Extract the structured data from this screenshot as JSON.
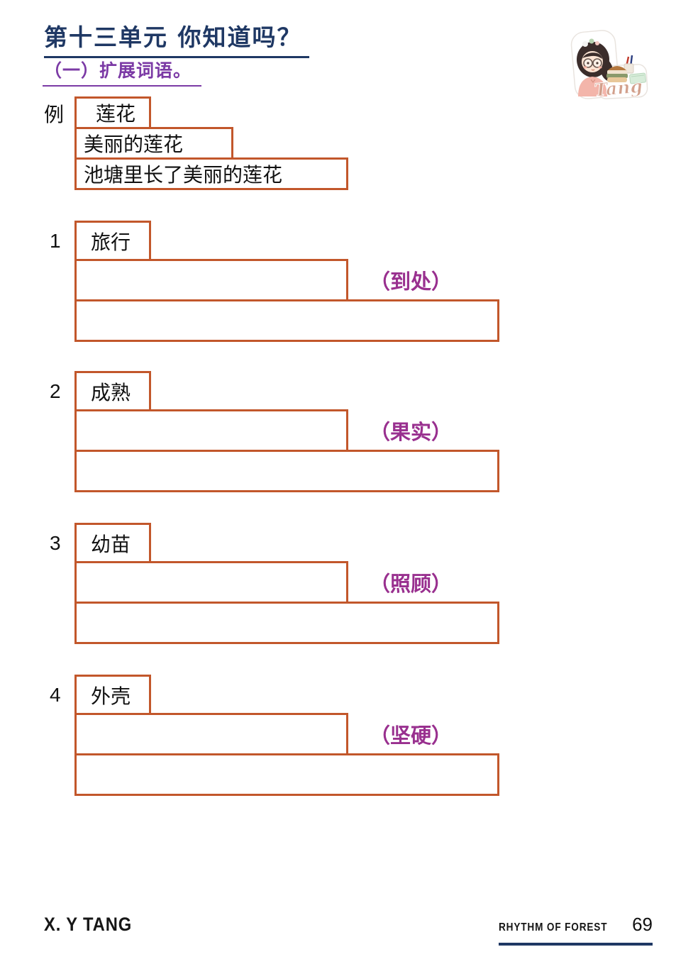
{
  "page": {
    "title": "第十三单元  你知道吗？",
    "subtitle": "（一）扩展词语。"
  },
  "logo": {
    "label": "Tang"
  },
  "example": {
    "label": "例",
    "word": "莲花",
    "phrase": "美丽的莲花",
    "sentence": "池塘里长了美丽的莲花"
  },
  "exercises": [
    {
      "number": "1",
      "word": "旅行",
      "hint": "（到处）"
    },
    {
      "number": "2",
      "word": "成熟",
      "hint": "（果实）"
    },
    {
      "number": "3",
      "word": "幼苗",
      "hint": "（照顾）"
    },
    {
      "number": "4",
      "word": "外壳",
      "hint": "（坚硬）"
    }
  ],
  "footer": {
    "author": "X. Y TANG",
    "series": "RHYTHM OF FOREST",
    "page_number": "69"
  },
  "colors": {
    "title_navy": "#1F3864",
    "subtitle_purple": "#7B3AA5",
    "hint_purple": "#99308F",
    "box_border_orange": "#C2572B",
    "footer_rule_navy": "#1F3864"
  }
}
